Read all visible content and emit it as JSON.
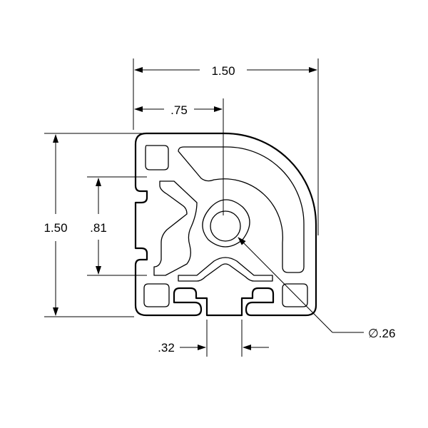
{
  "dimensions": {
    "overall_width": "1.50",
    "half_width": ".75",
    "overall_height": "1.50",
    "slot_spacing": ".81",
    "slot_width": ".32",
    "center_bore": "∅.26"
  }
}
